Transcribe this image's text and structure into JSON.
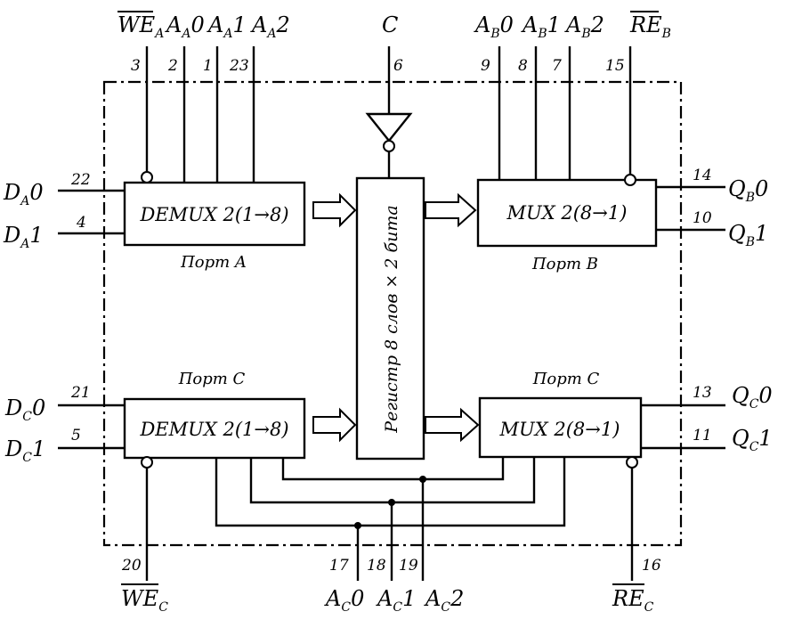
{
  "blocks": {
    "port_a": {
      "title": "Порт A",
      "function": "DEMUX 2(1→8)"
    },
    "port_b": {
      "title": "Порт B",
      "function": "MUX 2(8→1)"
    },
    "port_c_in": {
      "title": "Порт C",
      "function": "DEMUX 2(1→8)"
    },
    "port_c_out": {
      "title": "Порт C",
      "function": "MUX 2(8→1)"
    },
    "register": {
      "label": "Регистр 8 слов × 2 бита"
    }
  },
  "signals": {
    "we_a": {
      "name": "WE",
      "sub": "A",
      "pin": "3"
    },
    "a_a0": {
      "name": "A",
      "sub": "A",
      "bit": "0",
      "pin": "2"
    },
    "a_a1": {
      "name": "A",
      "sub": "A",
      "bit": "1",
      "pin": "1"
    },
    "a_a2": {
      "name": "A",
      "sub": "A",
      "bit": "2",
      "pin": "23"
    },
    "c": {
      "name": "C",
      "pin": "6"
    },
    "a_b0": {
      "name": "A",
      "sub": "B",
      "bit": "0",
      "pin": "9"
    },
    "a_b1": {
      "name": "A",
      "sub": "B",
      "bit": "1",
      "pin": "8"
    },
    "a_b2": {
      "name": "A",
      "sub": "B",
      "bit": "2",
      "pin": "7"
    },
    "re_b": {
      "name": "RE",
      "sub": "B",
      "pin": "15"
    },
    "d_a0": {
      "name": "D",
      "sub": "A",
      "bit": "0",
      "pin": "22"
    },
    "d_a1": {
      "name": "D",
      "sub": "A",
      "bit": "1",
      "pin": "4"
    },
    "q_b0": {
      "name": "Q",
      "sub": "B",
      "bit": "0",
      "pin": "14"
    },
    "q_b1": {
      "name": "Q",
      "sub": "B",
      "bit": "1",
      "pin": "10"
    },
    "d_c0": {
      "name": "D",
      "sub": "C",
      "bit": "0",
      "pin": "21"
    },
    "d_c1": {
      "name": "D",
      "sub": "C",
      "bit": "1",
      "pin": "5"
    },
    "q_c0": {
      "name": "Q",
      "sub": "C",
      "bit": "0",
      "pin": "13"
    },
    "q_c1": {
      "name": "Q",
      "sub": "C",
      "bit": "1",
      "pin": "11"
    },
    "we_c": {
      "name": "WE",
      "sub": "C",
      "pin": "20"
    },
    "a_c0": {
      "name": "A",
      "sub": "C",
      "bit": "0",
      "pin": "17"
    },
    "a_c1": {
      "name": "A",
      "sub": "C",
      "bit": "1",
      "pin": "18"
    },
    "a_c2": {
      "name": "A",
      "sub": "C",
      "bit": "2",
      "pin": "19"
    },
    "re_c": {
      "name": "RE",
      "sub": "C",
      "pin": "16"
    }
  }
}
